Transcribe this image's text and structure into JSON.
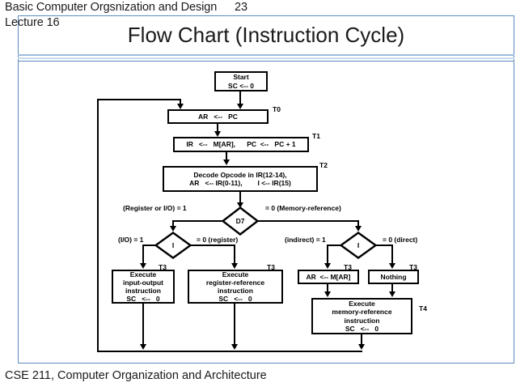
{
  "header": {
    "course": "Basic Computer Orgsnization and Design",
    "page_number": "23",
    "lecture": "Lecture 16"
  },
  "slide": {
    "title": "Flow Chart (Instruction Cycle)",
    "footer": "CSE 211, Computer Organization and Architecture",
    "border_color": "#5b8bc0"
  },
  "chart_data": {
    "type": "diagram",
    "title": "Flow Chart (Instruction Cycle)",
    "nodes": [
      {
        "id": "start",
        "shape": "box",
        "lines": [
          "Start",
          "SC <-- 0"
        ]
      },
      {
        "id": "ar_pc",
        "shape": "box",
        "lines": [
          "AR   <--   PC"
        ]
      },
      {
        "id": "ir_fetch",
        "shape": "box",
        "lines": [
          "IR   <--   M[AR],     PC  <--   PC + 1"
        ]
      },
      {
        "id": "decode",
        "shape": "box",
        "lines": [
          "Decode Opcode in IR(12-14),",
          "AR   <-- IR(0-11),        I <-- IR(15)"
        ]
      },
      {
        "id": "d7",
        "shape": "diamond",
        "lines": [
          "D7"
        ]
      },
      {
        "id": "i_left",
        "shape": "diamond",
        "lines": [
          "I"
        ]
      },
      {
        "id": "i_right",
        "shape": "diamond",
        "lines": [
          "I"
        ]
      },
      {
        "id": "exec_io",
        "shape": "box",
        "lines": [
          "Execute",
          "input-output",
          "instruction",
          "SC   <--   0"
        ]
      },
      {
        "id": "exec_reg",
        "shape": "box",
        "lines": [
          "Execute",
          "register-reference",
          "instruction",
          "SC   <--   0"
        ]
      },
      {
        "id": "ar_mar",
        "shape": "box",
        "lines": [
          "AR  <-- M[AR]"
        ]
      },
      {
        "id": "nothing",
        "shape": "box",
        "lines": [
          "Nothing"
        ]
      },
      {
        "id": "exec_mem",
        "shape": "box",
        "lines": [
          "Execute",
          "memory-reference",
          "instruction",
          "SC   <--   0"
        ]
      }
    ],
    "timing_tags": [
      "T0",
      "T1",
      "T2",
      "T3",
      "T3",
      "T3",
      "T3",
      "T4"
    ],
    "branch_labels": [
      "(Register or I/O) = 1",
      "= 0 (Memory-reference)",
      "(I/O) = 1",
      "= 0 (register)",
      "(indirect) = 1",
      "= 0 (direct)"
    ]
  },
  "flow": {
    "start_l1": "Start",
    "start_l2": "SC <-- 0",
    "ar_pc": "AR   <--   PC",
    "ir_fetch": "IR   <--   M[AR],      PC  <--   PC + 1",
    "decode_l1": "Decode Opcode in IR(12-14),",
    "decode_l2": "AR   <-- IR(0-11),        I <-- IR(15)",
    "d7": "D7",
    "i_left": "I",
    "i_right": "I",
    "exec_io_l1": "Execute",
    "exec_io_l2": "input-output",
    "exec_io_l3": "instruction",
    "exec_io_l4": "SC   <--   0",
    "exec_reg_l1": "Execute",
    "exec_reg_l2": "register-reference",
    "exec_reg_l3": "instruction",
    "exec_reg_l4": "SC   <--   0",
    "ar_mar": "AR  <-- M[AR]",
    "nothing": "Nothing",
    "exec_mem_l1": "Execute",
    "exec_mem_l2": "memory-reference",
    "exec_mem_l3": "instruction",
    "exec_mem_l4": "SC   <--   0",
    "t0": "T0",
    "t1": "T1",
    "t2": "T2",
    "t3_a": "T3",
    "t3_b": "T3",
    "t3_c": "T3",
    "t3_d": "T3",
    "t4": "T4",
    "cond_regio": "(Register or I/O) = 1",
    "cond_memref": "= 0 (Memory-reference)",
    "cond_io": "(I/O) = 1",
    "cond_reg": "= 0 (register)",
    "cond_indirect": "(indirect) = 1",
    "cond_direct": "= 0 (direct)"
  }
}
